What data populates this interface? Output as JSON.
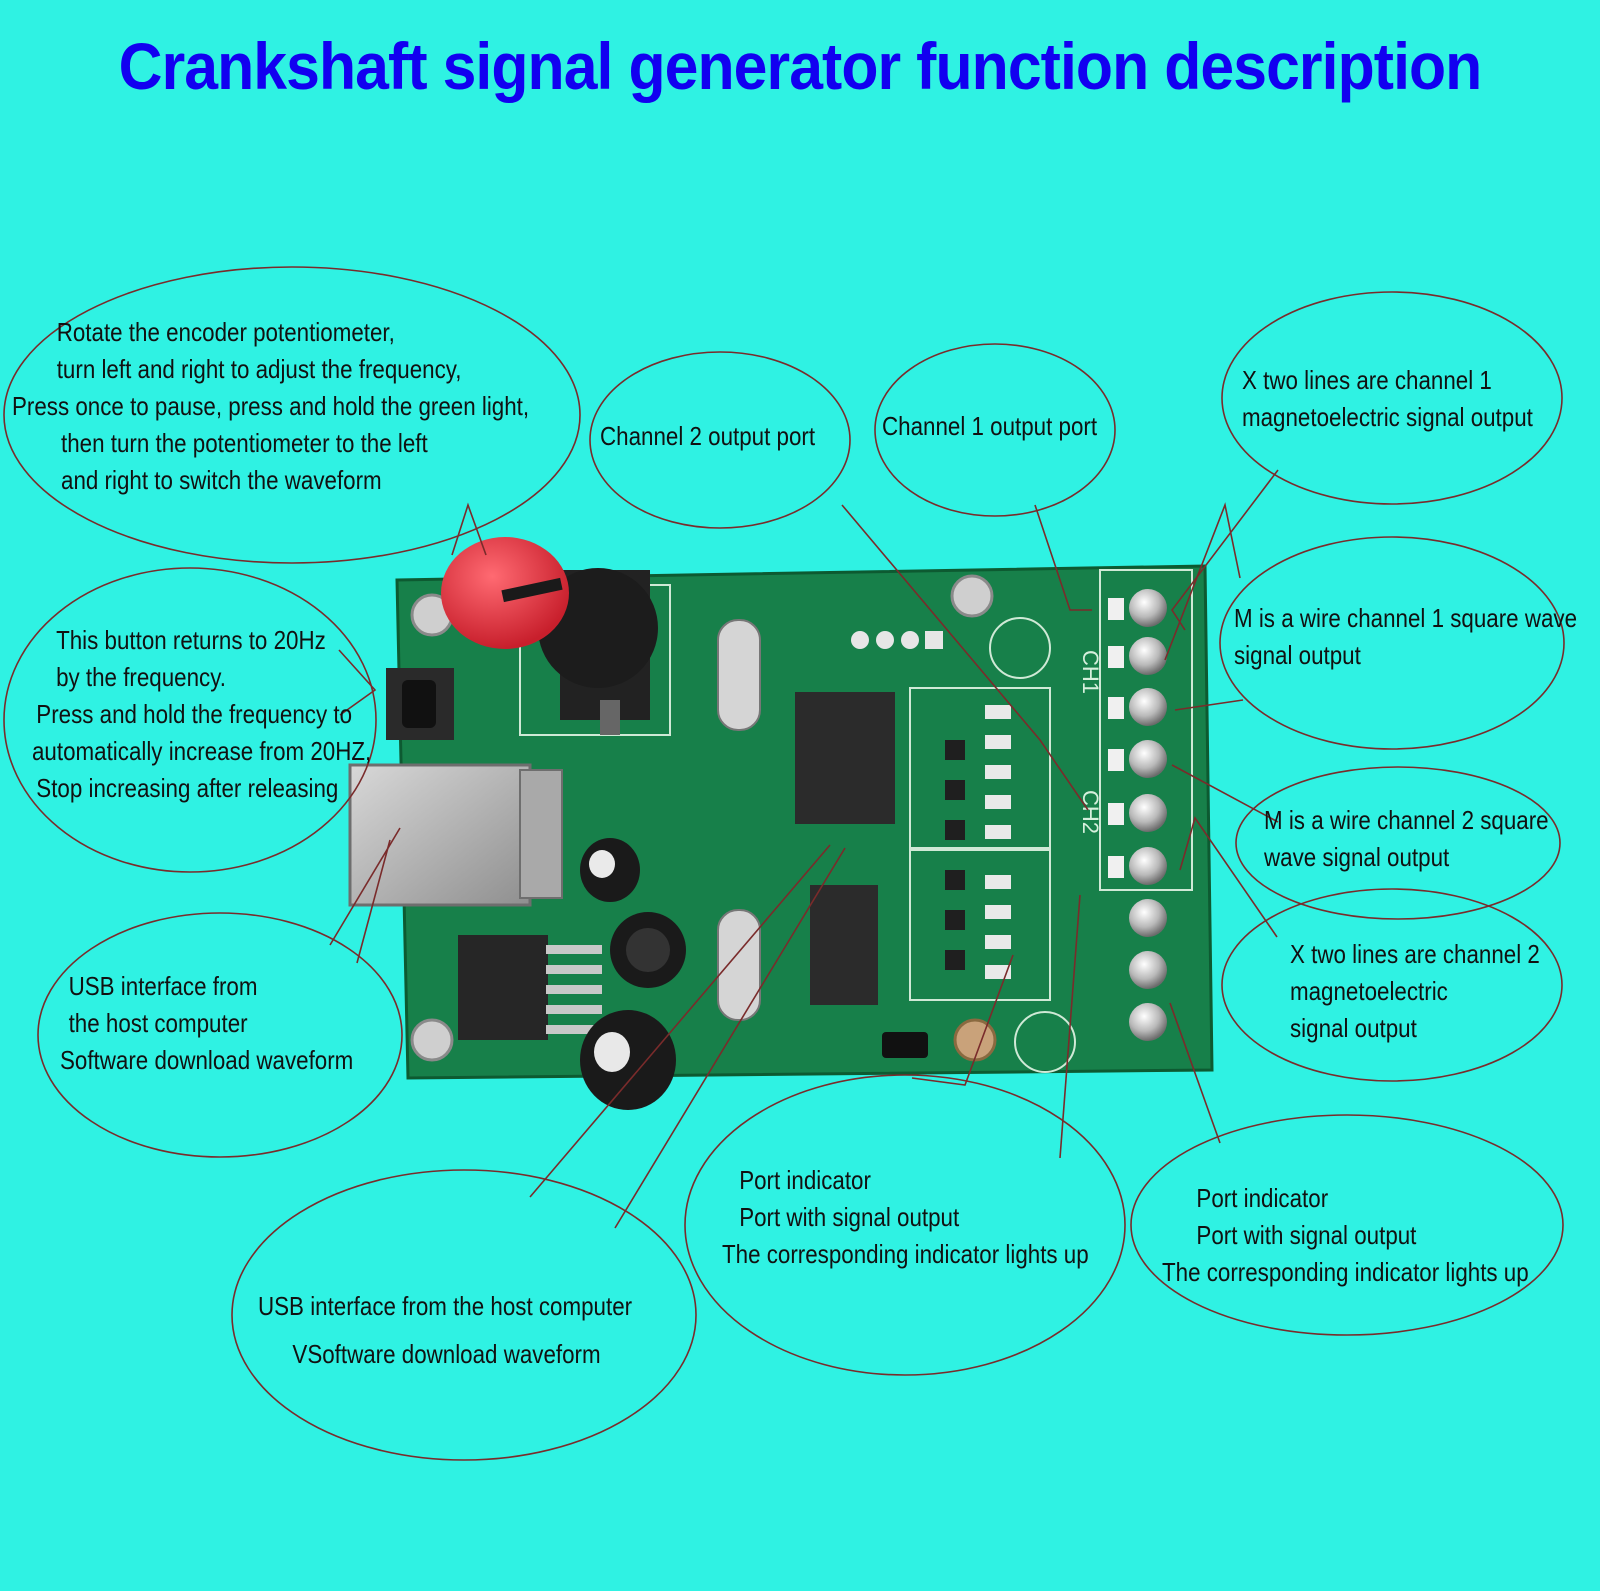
{
  "title": "Crankshaft signal generator function description",
  "colors": {
    "background": "#2ff2e3",
    "title": "#1200f0",
    "pcb": "#17804a",
    "knob": "#e3323d",
    "callout_stroke": "#7a2b2b"
  },
  "board_labels": {
    "ch1": "CH1",
    "ch2": "CH2"
  },
  "callouts": {
    "encoder": [
      "Rotate the encoder potentiometer,",
      "turn left and right to adjust the frequency,",
      "Press once to pause, press and hold the green light,",
      "then turn the potentiometer to the left",
      "and right to switch the waveform"
    ],
    "ch2_port": [
      "Channel 2 output port"
    ],
    "ch1_port": [
      "Channel 1 output port"
    ],
    "x_ch1": [
      "X two lines are channel 1",
      "magnetoelectric signal output"
    ],
    "button": [
      "This button returns to 20Hz",
      "by the frequency.",
      "Press and hold the frequency to",
      "automatically increase from 20HZ,",
      "Stop increasing after releasing"
    ],
    "m_ch1": [
      "M is a wire channel 1 square wave",
      "signal output"
    ],
    "m_ch2": [
      "M is a wire channel 2 square",
      "wave signal output"
    ],
    "x_ch2": [
      "X two lines are channel 2",
      "magnetoelectric",
      "signal output"
    ],
    "usb_left": [
      "USB interface from",
      "the host computer",
      "Software download waveform"
    ],
    "usb_bottom": [
      "USB interface from the host computer",
      "VSoftware download waveform"
    ],
    "port_ind_1": [
      "Port indicator",
      "Port with signal output",
      "The corresponding indicator lights up"
    ],
    "port_ind_2": [
      "Port indicator",
      "Port with signal output",
      "The corresponding indicator lights up"
    ]
  }
}
